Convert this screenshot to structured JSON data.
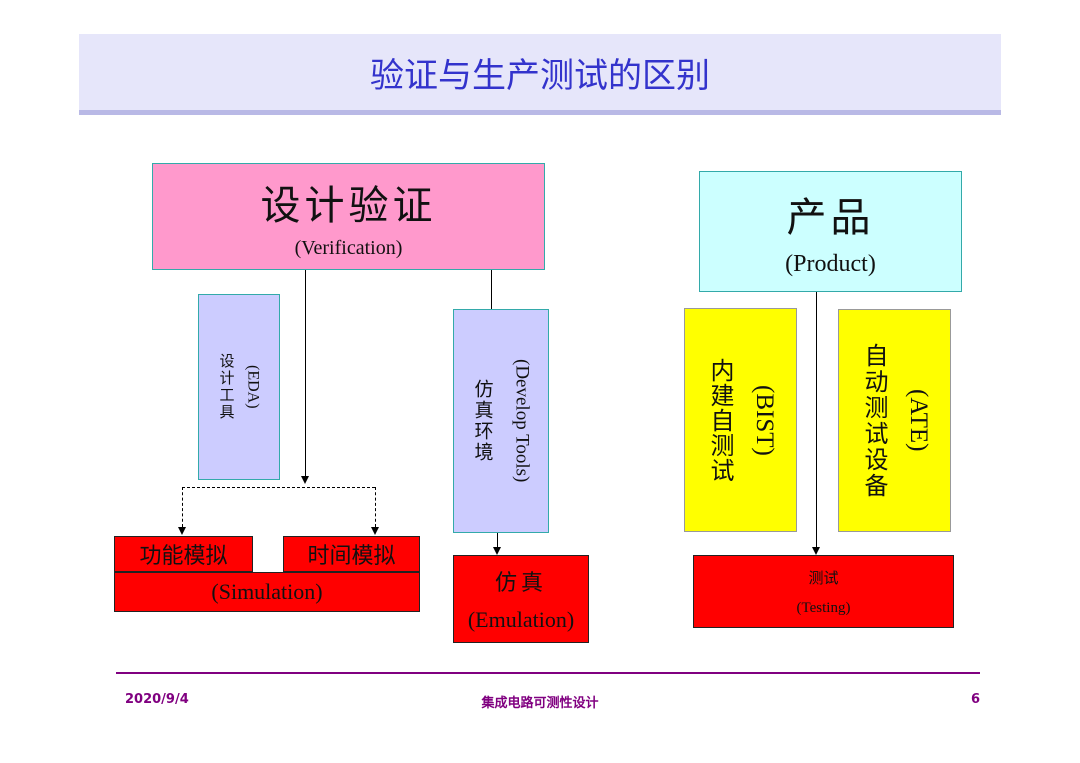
{
  "title": "验证与生产测试的区别",
  "design": {
    "title": "设计验证",
    "sub": "(Verification)"
  },
  "product": {
    "title": "产品",
    "sub": "(Product)"
  },
  "eda": {
    "zh": "设计工具",
    "en": "(EDA)"
  },
  "dev": {
    "zh": "仿真环境",
    "en": "(Develop Tools)"
  },
  "bist": {
    "zh": "内建自测试",
    "en": "(BIST)"
  },
  "ate": {
    "zh": "自动测试设备",
    "en": "(ATE)"
  },
  "sim": {
    "func": "功能模拟",
    "time": "时间模拟",
    "sub": "(Simulation)"
  },
  "emu": {
    "zh": "仿真",
    "en": "(Emulation)"
  },
  "test": {
    "zh": "测试",
    "en": "(Testing)"
  },
  "footer": {
    "date": "2020/9/4",
    "course": "集成电路可测性设计",
    "page": "6"
  },
  "colors": {
    "title": "#3333cc",
    "pink": "#ff99cc",
    "cyan": "#ccffff",
    "lavender": "#ccccff",
    "yellow": "#ffff00",
    "red": "#ff0000",
    "footer": "#800080"
  }
}
